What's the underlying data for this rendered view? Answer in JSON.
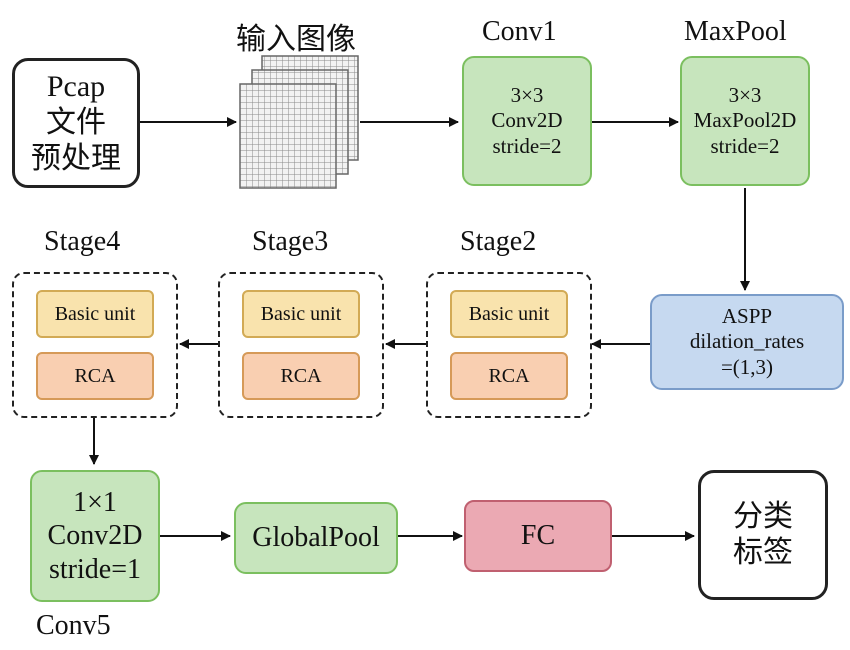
{
  "input": {
    "lines": [
      "Pcap",
      "文件",
      "预处理"
    ]
  },
  "image_label": "输入图像",
  "conv1": {
    "title": "Conv1",
    "lines": [
      "3×3",
      "Conv2D",
      "stride=2"
    ]
  },
  "maxpool": {
    "title": "MaxPool",
    "lines": [
      "3×3",
      "MaxPool2D",
      "stride=2"
    ]
  },
  "aspp": {
    "lines": [
      "ASPP",
      "dilation_rates",
      "=(1,3)"
    ]
  },
  "stages": [
    {
      "title": "Stage2",
      "unit": "Basic unit",
      "attn": "RCA"
    },
    {
      "title": "Stage3",
      "unit": "Basic unit",
      "attn": "RCA"
    },
    {
      "title": "Stage4",
      "unit": "Basic unit",
      "attn": "RCA"
    }
  ],
  "conv5": {
    "title": "Conv5",
    "lines": [
      "1×1",
      "Conv2D",
      "stride=1"
    ]
  },
  "globalpool": {
    "label": "GlobalPool"
  },
  "fc": {
    "label": "FC"
  },
  "output": {
    "lines": [
      "分类",
      "标签"
    ]
  },
  "colors": {
    "green_fill": "#c7e5bd",
    "green_border": "#7bbf5f",
    "blue_fill": "#c6d9f0",
    "blue_border": "#7a9cc9",
    "red_fill": "#eba9b3",
    "red_border": "#c06070",
    "yellow_fill": "#f9e3ad",
    "orange_fill": "#f9cfb1"
  }
}
